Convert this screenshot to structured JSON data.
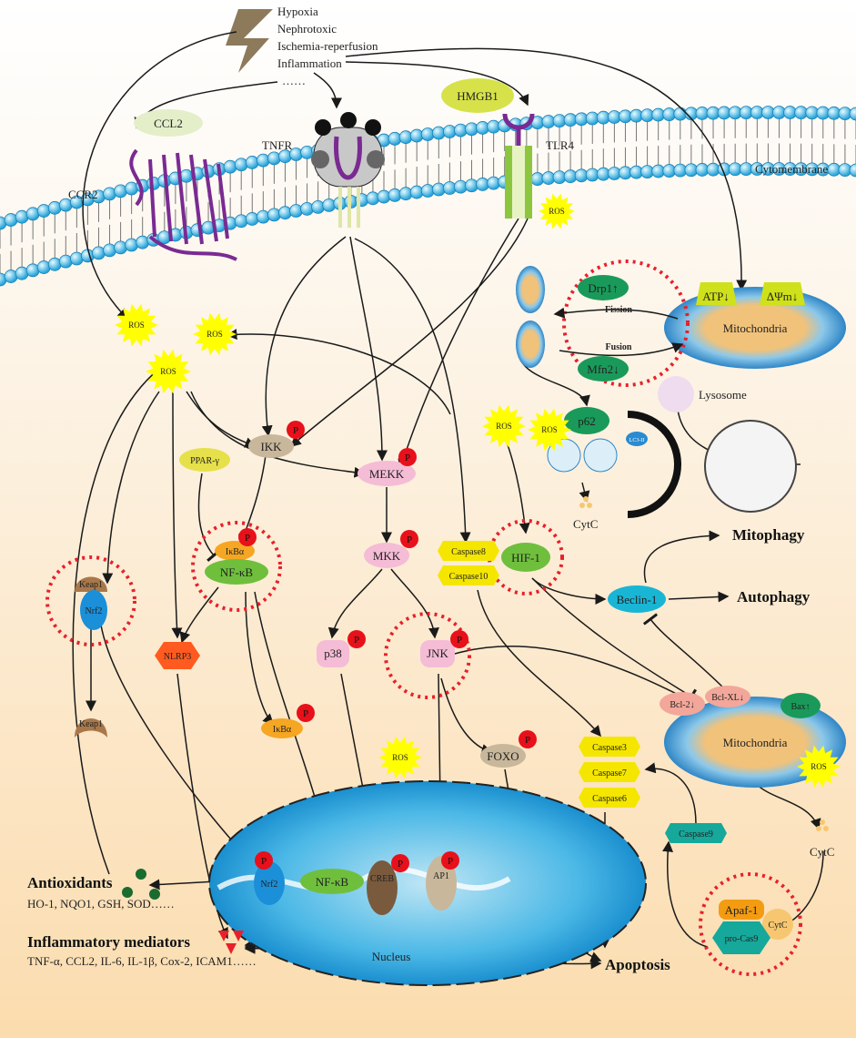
{
  "stimuli": [
    "Hypoxia",
    "Nephrotoxic",
    "Ischemia-reperfusion",
    "Inflammation",
    "……"
  ],
  "membrane": {
    "label": "Cytomembrane",
    "ccl2": "CCL2",
    "ccr2": "CCR2",
    "tnfr": "TNFR",
    "hmgb1": "HMGB1",
    "tlr4": "TLR4"
  },
  "ros": "ROS",
  "phospho": "P",
  "mito_top": {
    "label": "Mitochondria",
    "atp": "ATP↓",
    "dpsi": "ΔΨm↓",
    "drp1": "Drp1↑",
    "mfn2": "Mfn2↓",
    "fission": "Fission",
    "fusion": "Fusion",
    "lysosome": "Lysosome"
  },
  "autophagy": {
    "p62": "p62",
    "lc3": "LC3-II",
    "cytc": "CytC",
    "mitophagy": "Mitophagy",
    "autophagy": "Autophagy",
    "beclin": "Beclin-1",
    "hif1": "HIF-1"
  },
  "kinases": {
    "ikk": "IKK",
    "mekk": "MEKK",
    "mkk": "MKK",
    "p38": "p38",
    "jnk": "JNK",
    "ppar": "PPAR-γ",
    "ikba": "IκBα",
    "nfkb": "NF-κB",
    "nlrp3": "NLRP3",
    "keap1": "Keap1",
    "nrf2": "Nrf2",
    "foxo": "FOXO"
  },
  "caspases": {
    "c8": "Caspase8",
    "c10": "Caspase10",
    "c3": "Caspase3",
    "c7": "Caspase7",
    "c6": "Caspase6",
    "c9": "Caspase9"
  },
  "mito_bottom": {
    "label": "Mitochondria",
    "bcl2": "Bcl-2↓",
    "bclxl": "Bcl-XL↓",
    "bax": "Bax↑",
    "cytc": "CytC",
    "apaf": "Apaf-1",
    "procas9": "pro-Cas9",
    "cytc2": "CytC"
  },
  "nucleus": {
    "label": "Nucleus",
    "nrf2": "Nrf2",
    "nfkb": "NF-κB",
    "creb": "CREB",
    "ap1": "AP1"
  },
  "outputs": {
    "antioxidants": "Antioxidants",
    "antioxidants_list": "HO-1, NQO1, GSH, SOD……",
    "inflammatory": "Inflammatory mediators",
    "inflammatory_list": "TNF-α, CCL2, IL-6, IL-1β, Cox-2, ICAM1……",
    "apoptosis": "Apoptosis"
  },
  "colors": {
    "ros": "#ffff00",
    "dotted": "#e8202a",
    "protein_green": "#1a9a5a",
    "pink": "#f5bcd6",
    "teal": "#16a89a"
  }
}
